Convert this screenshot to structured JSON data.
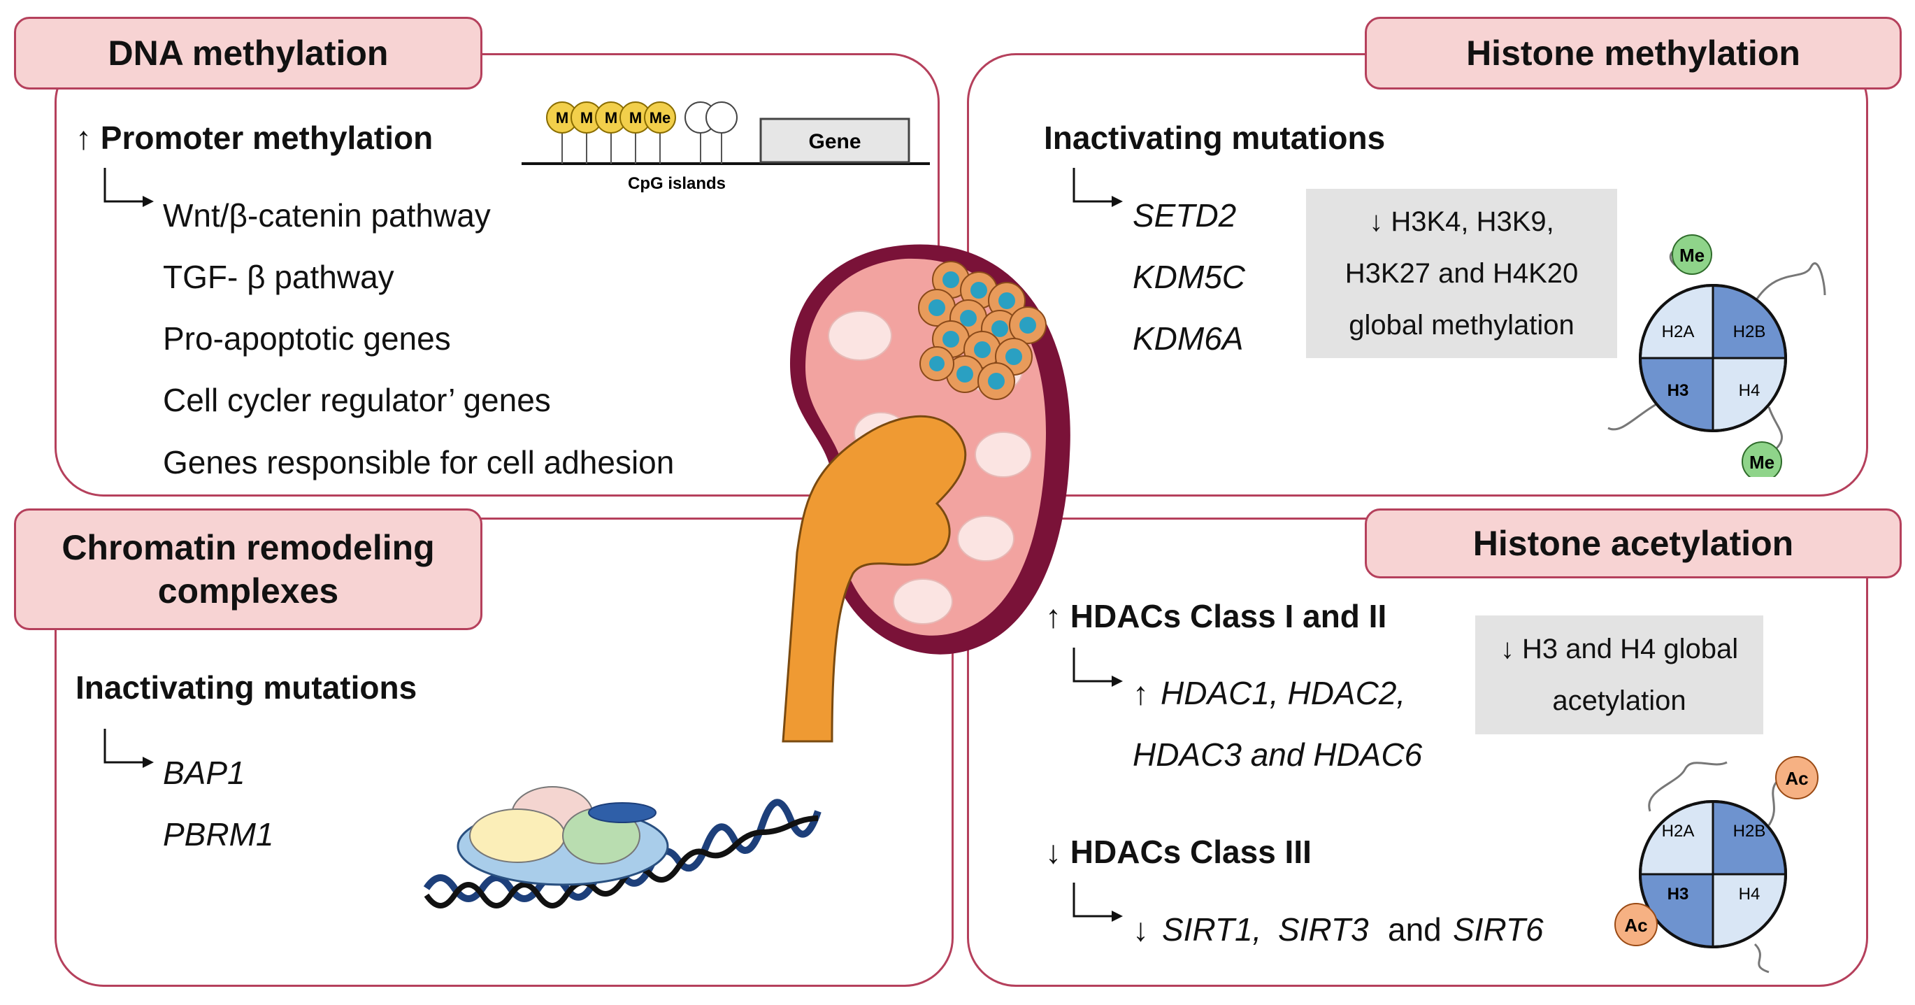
{
  "dna": {
    "title": "DNA methylation",
    "heading": "↑ Promoter methylation",
    "items": [
      "Wnt/β-catenin pathway",
      "TGF- β pathway",
      "Pro-apoptotic genes",
      "Cell cycler regulator’ genes",
      "Genes responsible for cell adhesion"
    ],
    "cpg_label": "CpG islands",
    "gene_label": "Gene",
    "methyl_labels": [
      "M",
      "M",
      "M",
      "M",
      "Me"
    ]
  },
  "histone_methylation": {
    "title": "Histone methylation",
    "heading": "Inactivating mutations",
    "genes": [
      "SETD2",
      "KDM5C",
      "KDM6A"
    ],
    "effect_lines": [
      "↓ H3K4, H3K9,",
      "H3K27 and H4K20",
      "global methylation"
    ],
    "me_label": "Me"
  },
  "chromatin": {
    "title_line1": "Chromatin remodeling",
    "title_line2": "complexes",
    "heading": "Inactivating mutations",
    "genes": [
      "BAP1",
      "PBRM1"
    ]
  },
  "histone_acetylation": {
    "title": "Histone acetylation",
    "class12_heading": "↑ HDACs Class I and II",
    "class12_line1_arrow": "↑",
    "class12_line1": "HDAC1, HDAC2,",
    "class12_line2": "HDAC3 and HDAC6",
    "effect_lines": [
      "↓ H3 and H4 global",
      "acetylation"
    ],
    "class3_heading": "↓ HDACs Class III",
    "class3_arrow": "↓",
    "class3_gene1": "SIRT1,",
    "class3_gene2": "SIRT3",
    "class3_and": "and",
    "class3_gene3": "SIRT6",
    "ac_label": "Ac"
  },
  "nucleosome": {
    "quadrants": [
      "H2A",
      "H2B",
      "H3",
      "H4"
    ]
  },
  "colors": {
    "border": "#b5405c",
    "title_fill": "#f7d3d3",
    "quadrant_light": "#d9e6f5",
    "quadrant_dark": "#6e93cf",
    "me_fill": "#8fd48a",
    "ac_fill": "#f6b183",
    "methyl_fill": "#f2cf4b"
  }
}
